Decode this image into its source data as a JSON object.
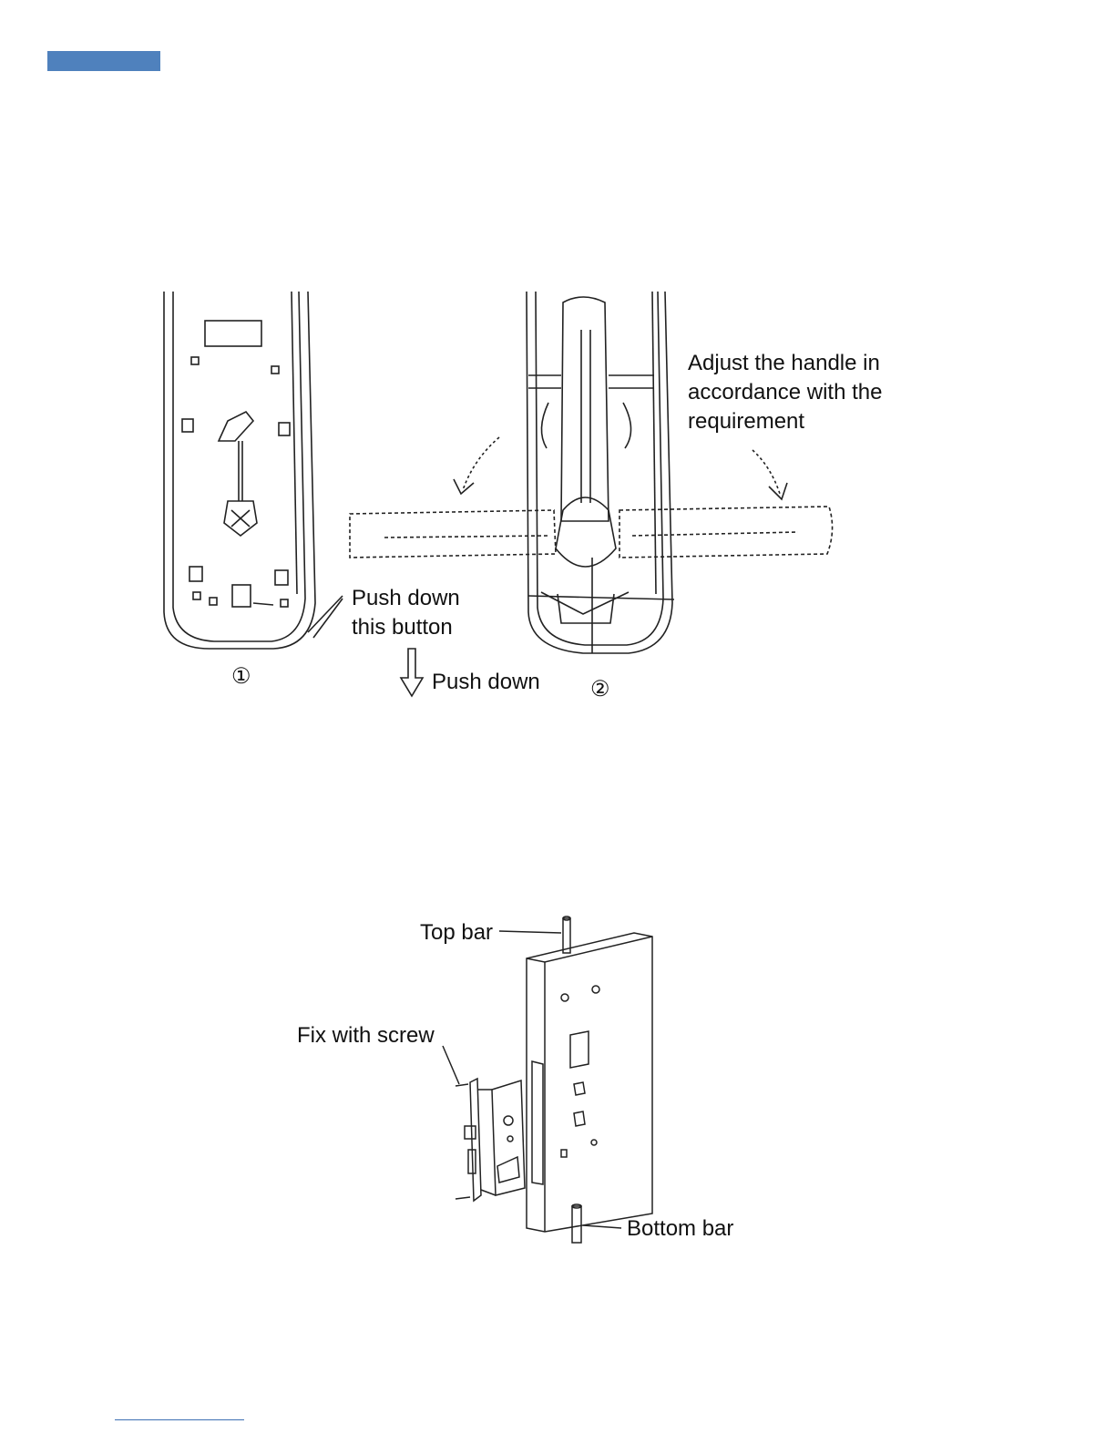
{
  "header": {
    "bar_color": "#4f81bd"
  },
  "figure_handle": {
    "marker_1": "①",
    "marker_2": "②",
    "label_push_button_line1": "Push down",
    "label_push_button_line2": "this button",
    "label_push_down": "Push down",
    "label_adjust_line1": "Adjust the handle in",
    "label_adjust_line2": "accordance with the",
    "label_adjust_line3": "requirement"
  },
  "figure_mortise": {
    "label_top_bar": "Top bar",
    "label_fix_screw": "Fix with screw",
    "label_bottom_bar": "Bottom bar"
  },
  "footer": {
    "line_color": "#3d6fb3"
  }
}
